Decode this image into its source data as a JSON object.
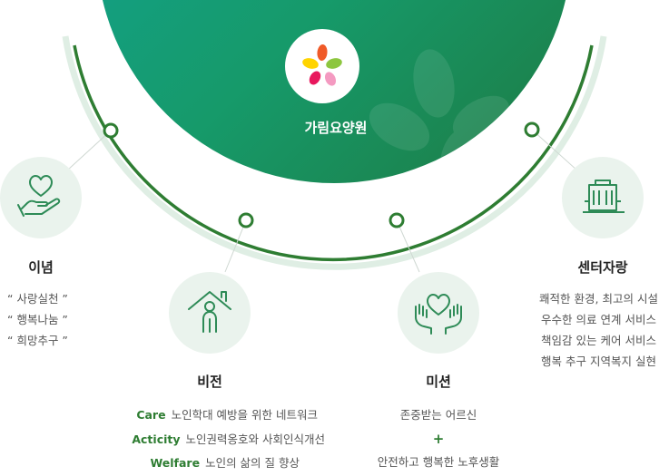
{
  "center": {
    "name": "가림요양원"
  },
  "nodes": {
    "philosophy": {
      "title": "이념",
      "lines": [
        "“ 사랑실천 ”",
        "“ 행복나눔 ”",
        "“ 희망추구 ”"
      ]
    },
    "vision": {
      "title": "비전",
      "items": [
        {
          "keyword": "Care",
          "text": "노인학대 예방을 위한 네트워크"
        },
        {
          "keyword": "Acticity",
          "text": "노인권력옹호와 사회인식개선"
        },
        {
          "keyword": "Welfare",
          "text": "노인의 삶의 질 향상"
        }
      ]
    },
    "mission": {
      "title": "미션",
      "line1": "존중받는 어르신",
      "plus": "+",
      "line2": "안전하고 행복한 노후생활"
    },
    "pride": {
      "title": "센터자랑",
      "lines": [
        "쾌적한 환경, 최고의 시설",
        "우수한 의료 연계 서비스",
        "책임감 있는 케어 서비스",
        "행복 추구 지역복지 실현"
      ]
    }
  },
  "colors": {
    "green_dark": "#1e7a43",
    "green_teal": "#15a08f",
    "green_line": "#2e7d32",
    "pale": "#eaf3ed"
  },
  "icons": [
    "flower-logo-icon",
    "heart-hand-icon",
    "house-person-icon",
    "hands-heart-icon",
    "building-icon"
  ]
}
